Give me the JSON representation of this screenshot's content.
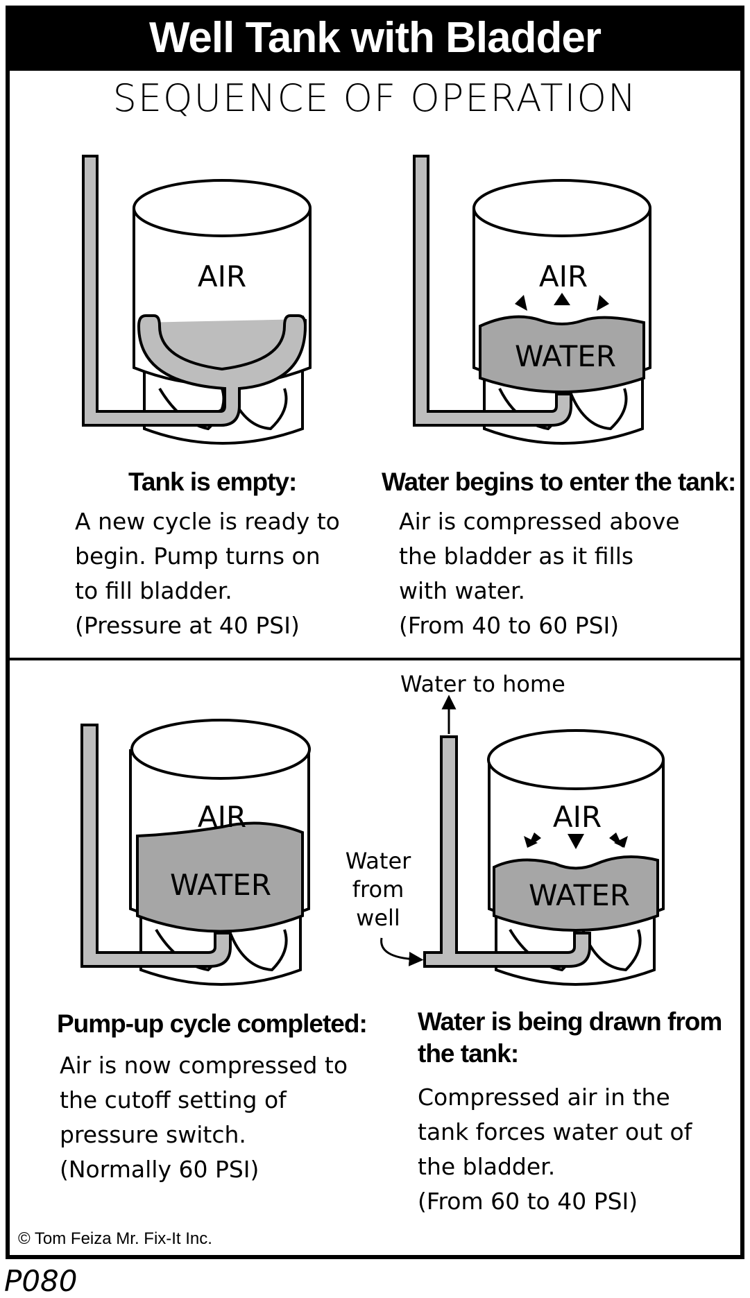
{
  "title": "Well Tank with Bladder",
  "subtitle": "SEQUENCE OF OPERATION",
  "panels": [
    {
      "heading": "Tank is empty:",
      "body": [
        "A new cycle is ready to",
        "begin.  Pump turns on",
        "to fill bladder.",
        "(Pressure at 40 PSI)"
      ]
    },
    {
      "heading": "Water begins to enter the tank:",
      "body": [
        "Air is compressed above",
        "the bladder as it fills",
        "with water.",
        "(From 40 to 60 PSI)"
      ]
    },
    {
      "heading": "Pump-up cycle completed:",
      "body": [
        "Air is now compressed to",
        "the cutoff setting of",
        "pressure switch.",
        "(Normally 60 PSI)"
      ]
    },
    {
      "heading_lines": [
        "Water is being drawn from",
        "the tank:"
      ],
      "body": [
        "Compressed air in the",
        "tank forces water out of",
        "the bladder.",
        "(From 60 to 40 PSI)"
      ]
    }
  ],
  "labels": {
    "air": "AIR",
    "water": "WATER",
    "water_to_home": "Water to home",
    "water_from_well": [
      "Water",
      "from",
      "well"
    ]
  },
  "colors": {
    "water_fill": "#a6a6a6",
    "pipe_fill": "#bdbdbd",
    "ink": "#000000"
  },
  "copyright": "© Tom Feiza Mr. Fix-It Inc.",
  "code": "P080"
}
